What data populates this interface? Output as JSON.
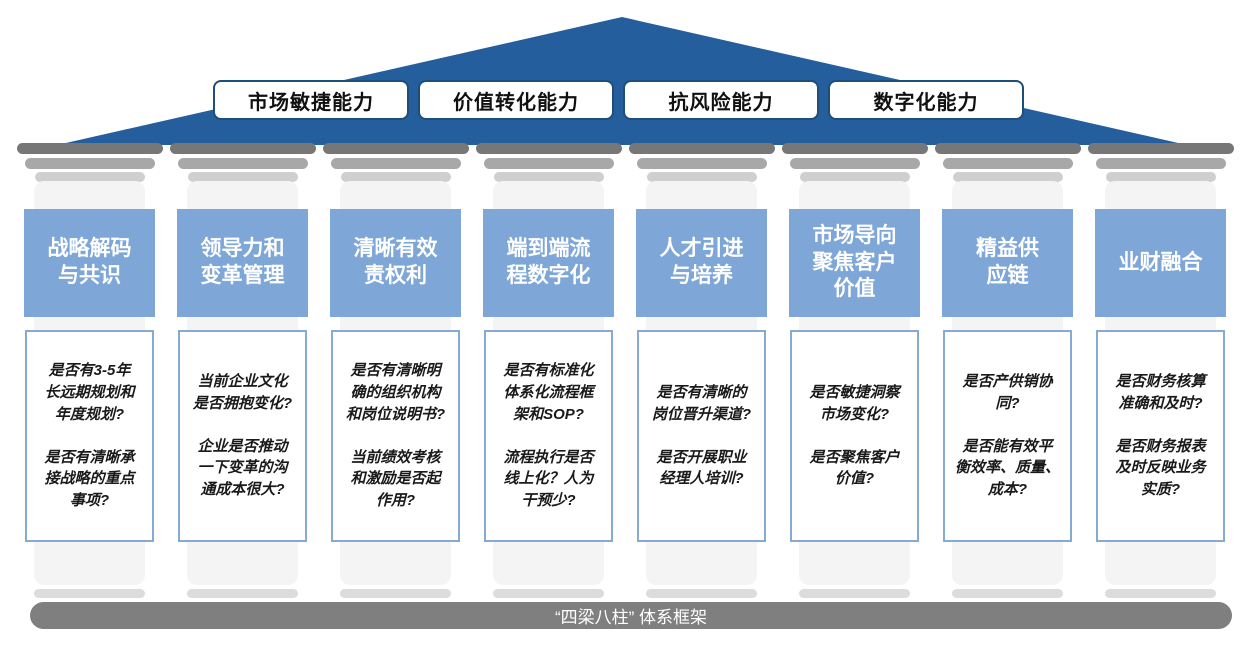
{
  "colors": {
    "roof_blue": "#245E9C",
    "beam_border_blue": "#1F4E79",
    "pillar_header_blue": "#7EA6D7",
    "question_border_blue": "#85AAD4",
    "foundation_gray": "#7F7F7F"
  },
  "beams": [
    {
      "label": "市场敏捷能力"
    },
    {
      "label": "价值转化能力"
    },
    {
      "label": "抗风险能力"
    },
    {
      "label": "数字化能力"
    }
  ],
  "pillars": [
    {
      "header": "战略解码\n与共识",
      "questions": [
        "是否有3-5年\n长远期规划和\n年度规划?",
        "是否有清晰承\n接战略的重点\n事项?"
      ]
    },
    {
      "header": "领导力和\n变革管理",
      "questions": [
        "当前企业文化\n是否拥抱变化?",
        "企业是否推动\n一下变革的沟\n通成本很大?"
      ]
    },
    {
      "header": "清晰有效\n责权利",
      "questions": [
        "是否有清晰明\n确的组织机构\n和岗位说明书?",
        "当前绩效考核\n和激励是否起\n作用?"
      ]
    },
    {
      "header": "端到端流\n程数字化",
      "questions": [
        "是否有标准化\n体系化流程框\n架和SOP?",
        "流程执行是否\n线上化？人为\n干预少?"
      ]
    },
    {
      "header": "人才引进\n与培养",
      "questions": [
        "是否有清晰的\n岗位晋升渠道?",
        "是否开展职业\n经理人培训?"
      ]
    },
    {
      "header": "市场导向\n聚焦客户\n价值",
      "questions": [
        "是否敏捷洞察\n市场变化?",
        "是否聚焦客户\n价值?"
      ]
    },
    {
      "header": "精益供\n应链",
      "questions": [
        "是否产供销协\n同?",
        "是否能有效平\n衡效率、质量、\n成本?"
      ]
    },
    {
      "header": "业财融合",
      "questions": [
        "是否财务核算\n准确和及时?",
        "是否财务报表\n及时反映业务\n实质?"
      ]
    }
  ],
  "foundation": {
    "label": "“四梁八柱” 体系框架"
  }
}
